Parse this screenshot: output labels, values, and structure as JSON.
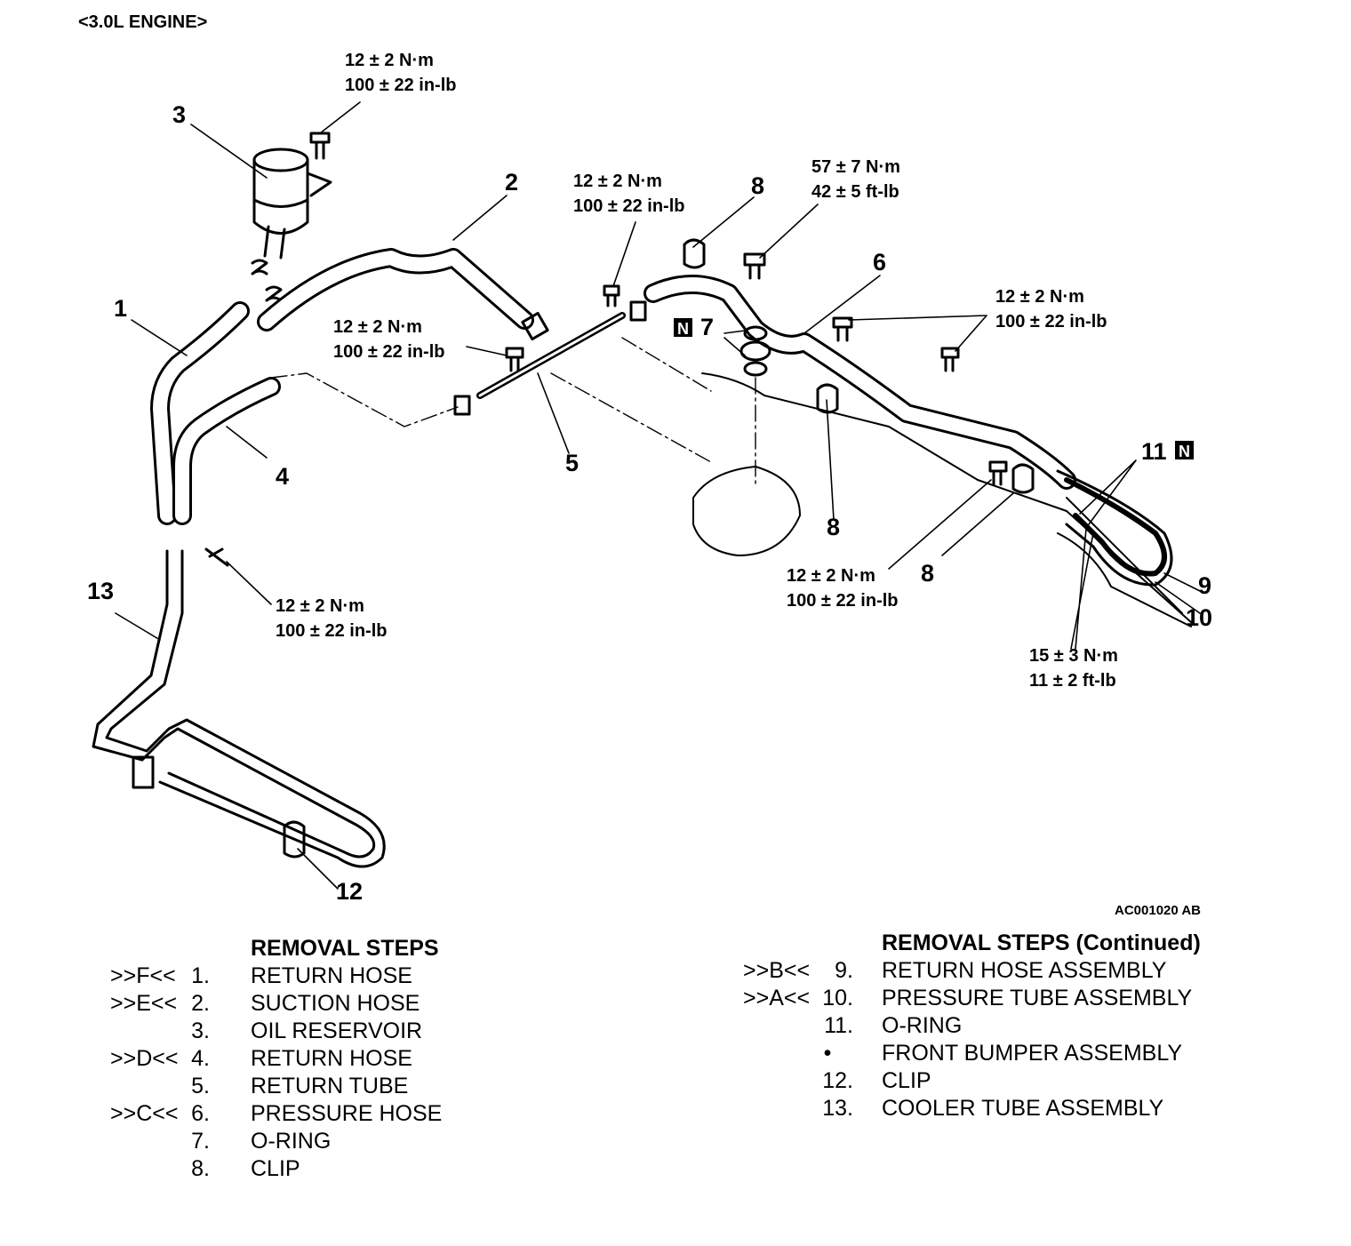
{
  "header": "<3.0L ENGINE>",
  "figure_code": "AC001020 AB",
  "callouts": {
    "c1": "1",
    "c2": "2",
    "c3": "3",
    "c4": "4",
    "c5": "5",
    "c6": "6",
    "c7": "7",
    "c8a": "8",
    "c8b": "8",
    "c8c": "8",
    "c9": "9",
    "c10": "10",
    "c11": "11",
    "c12": "12",
    "c13": "13",
    "n_box": "N"
  },
  "torques": {
    "t_top": [
      "12 ± 2 N·m",
      "100 ± 22 in-lb"
    ],
    "t_mid": [
      "12 ± 2 N·m",
      "100 ± 22 in-lb"
    ],
    "t_midleft": [
      "12 ± 2 N·m",
      "100 ± 22 in-lb"
    ],
    "t_57": [
      "57 ± 7 N·m",
      "42 ± 5 ft-lb"
    ],
    "t_right": [
      "12 ± 2 N·m",
      "100 ± 22 in-lb"
    ],
    "t_lowleft": [
      "12 ± 2 N·m",
      "100 ± 22 in-lb"
    ],
    "t_lowmid": [
      "12 ± 2 N·m",
      "100 ± 22 in-lb"
    ],
    "t_15": [
      "15 ± 3 N·m",
      "11 ± 2 ft-lb"
    ]
  },
  "removal_steps": {
    "title": "REMOVAL STEPS",
    "items": [
      {
        "mark": ">>F<<",
        "num": "1.",
        "name": "RETURN HOSE"
      },
      {
        "mark": ">>E<<",
        "num": "2.",
        "name": "SUCTION HOSE"
      },
      {
        "mark": "",
        "num": "3.",
        "name": "OIL RESERVOIR"
      },
      {
        "mark": ">>D<<",
        "num": "4.",
        "name": "RETURN HOSE"
      },
      {
        "mark": "",
        "num": "5.",
        "name": "RETURN TUBE"
      },
      {
        "mark": ">>C<<",
        "num": "6.",
        "name": "PRESSURE HOSE"
      },
      {
        "mark": "",
        "num": "7.",
        "name": "O-RING"
      },
      {
        "mark": "",
        "num": "8.",
        "name": "CLIP"
      }
    ]
  },
  "removal_steps_continued": {
    "title": "REMOVAL STEPS (Continued)",
    "items": [
      {
        "mark": ">>B<<",
        "num": "9.",
        "name": "RETURN HOSE ASSEMBLY"
      },
      {
        "mark": ">>A<<",
        "num": "10.",
        "name": "PRESSURE TUBE ASSEMBLY"
      },
      {
        "mark": "",
        "num": "11.",
        "name": "O-RING"
      },
      {
        "mark": "",
        "num": "•",
        "name": "FRONT BUMPER ASSEMBLY"
      },
      {
        "mark": "",
        "num": "12.",
        "name": "CLIP"
      },
      {
        "mark": "",
        "num": "13.",
        "name": "COOLER TUBE ASSEMBLY"
      }
    ]
  }
}
